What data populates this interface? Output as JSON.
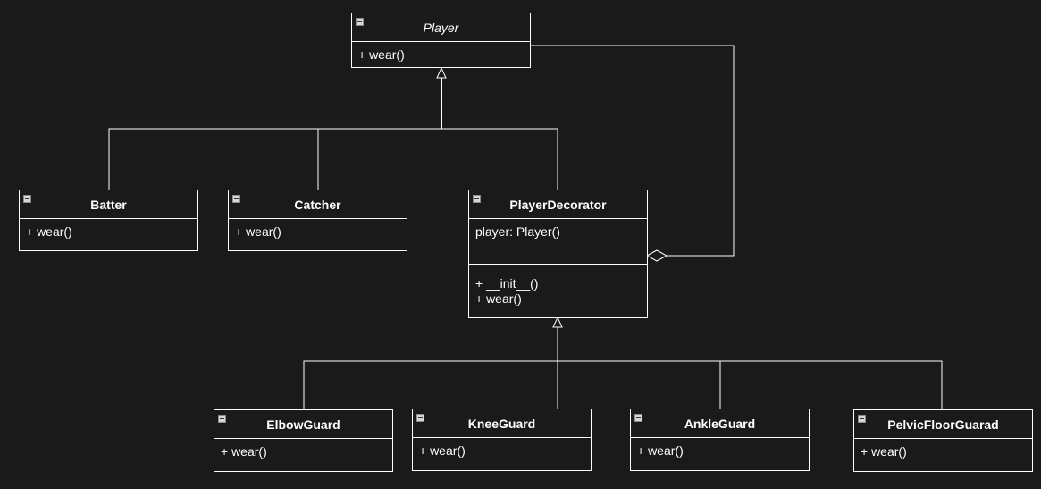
{
  "classes": {
    "player": {
      "name": "Player",
      "operations": [
        "+ wear()"
      ]
    },
    "batter": {
      "name": "Batter",
      "operations": [
        "+ wear()"
      ]
    },
    "catcher": {
      "name": "Catcher",
      "operations": [
        "+ wear()"
      ]
    },
    "player_decorator": {
      "name": "PlayerDecorator",
      "attributes": [
        "player: Player()"
      ],
      "operations": [
        "+ __init__()",
        "+ wear()"
      ]
    },
    "elbow_guard": {
      "name": "ElbowGuard",
      "operations": [
        "+ wear()"
      ]
    },
    "knee_guard": {
      "name": "KneeGuard",
      "operations": [
        "+ wear()"
      ]
    },
    "ankle_guard": {
      "name": "AnkleGuard",
      "operations": [
        "+ wear()"
      ]
    },
    "pelvic_floor_guarad": {
      "name": "PelvicFloorGuarad",
      "operations": [
        "+ wear()"
      ]
    }
  },
  "colors": {
    "background": "#1a1a1a",
    "line": "#ffffff"
  }
}
